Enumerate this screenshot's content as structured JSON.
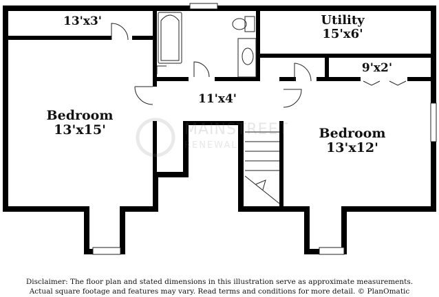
{
  "rooms": {
    "closet_top_left": {
      "dims": "13'x3'"
    },
    "utility": {
      "name": "Utility",
      "dims": "15'x6'"
    },
    "closet_right": {
      "dims": "9'x2'"
    },
    "hallway": {
      "dims": "11'x4'"
    },
    "bedroom_left": {
      "name": "Bedroom",
      "dims": "13'x15'"
    },
    "bedroom_right": {
      "name": "Bedroom",
      "dims": "13'x12'"
    }
  },
  "watermark": {
    "line1": "MAINSTREET",
    "line2": "RENEWAL"
  },
  "disclaimer": {
    "line1": "Disclaimer: The floor plan and stated dimensions in this illustration serve as approximate measurements.",
    "line2": "Actual square footage and features may vary. Read terms and conditions for more detail. © PlanOmatic"
  },
  "colors": {
    "wall": "#000000",
    "background": "#ffffff",
    "line": "#222222"
  }
}
